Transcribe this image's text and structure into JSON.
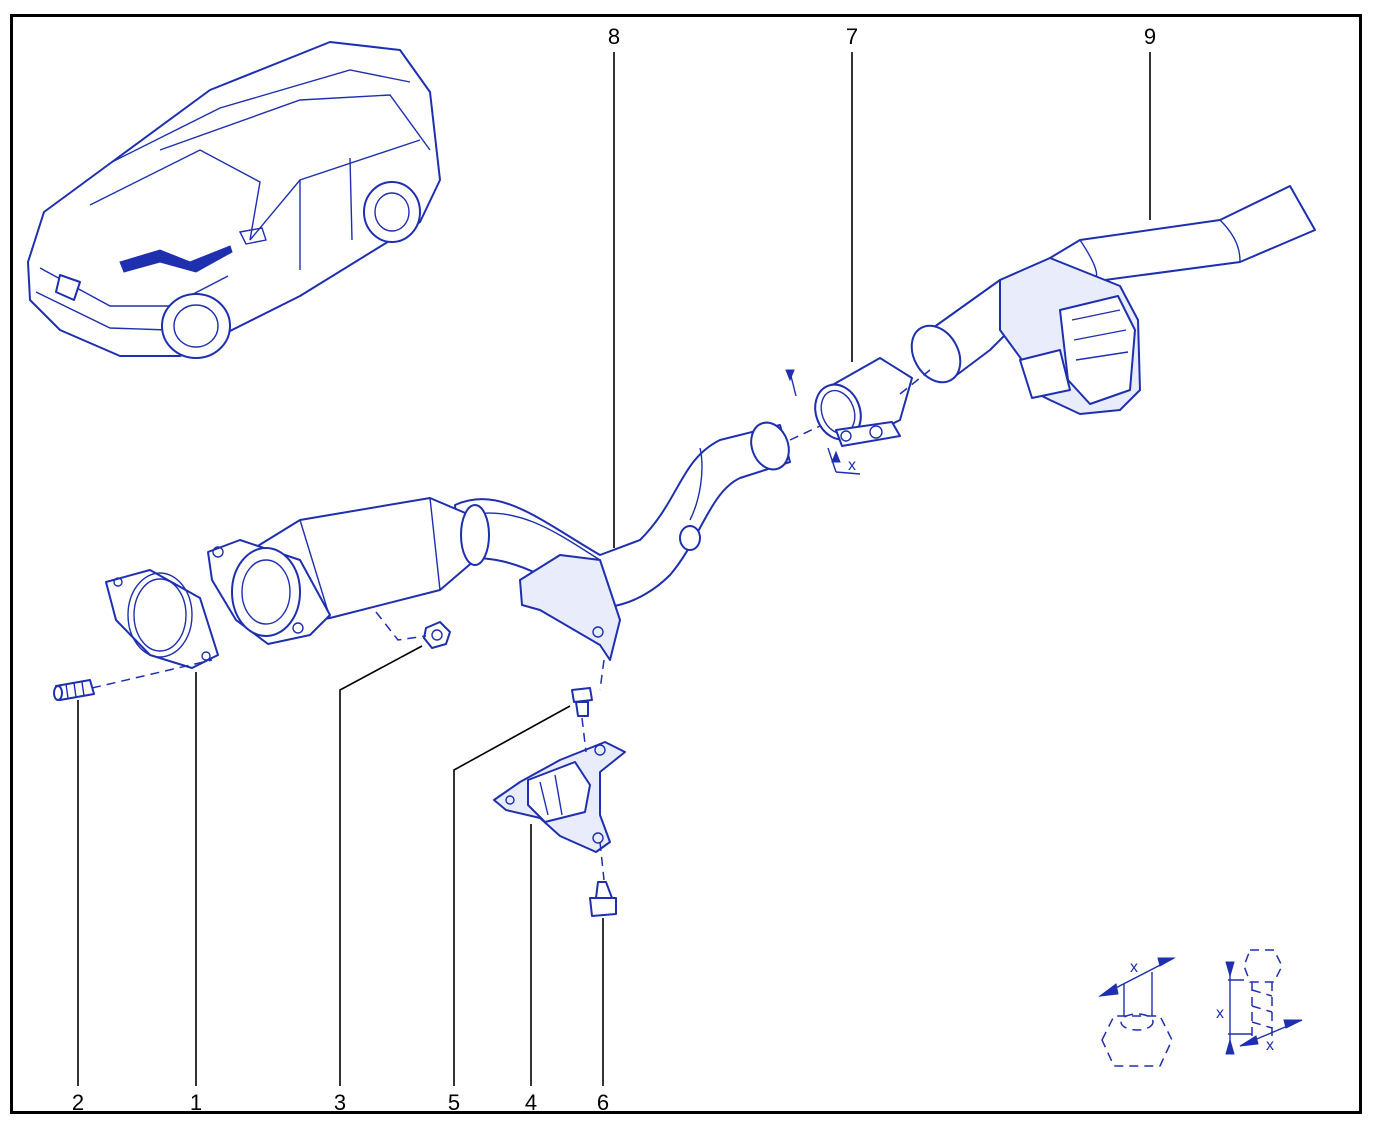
{
  "diagram": {
    "callouts": [
      {
        "id": "2",
        "label": "2"
      },
      {
        "id": "1",
        "label": "1"
      },
      {
        "id": "3",
        "label": "3"
      },
      {
        "id": "5",
        "label": "5"
      },
      {
        "id": "4",
        "label": "4"
      },
      {
        "id": "6",
        "label": "6"
      },
      {
        "id": "8",
        "label": "8"
      },
      {
        "id": "7",
        "label": "7"
      },
      {
        "id": "9",
        "label": "9"
      }
    ],
    "dimension_label": "x",
    "colors": {
      "line": "#1e2fb0",
      "leader": "#000000",
      "frame": "#000000",
      "background": "#ffffff"
    }
  }
}
